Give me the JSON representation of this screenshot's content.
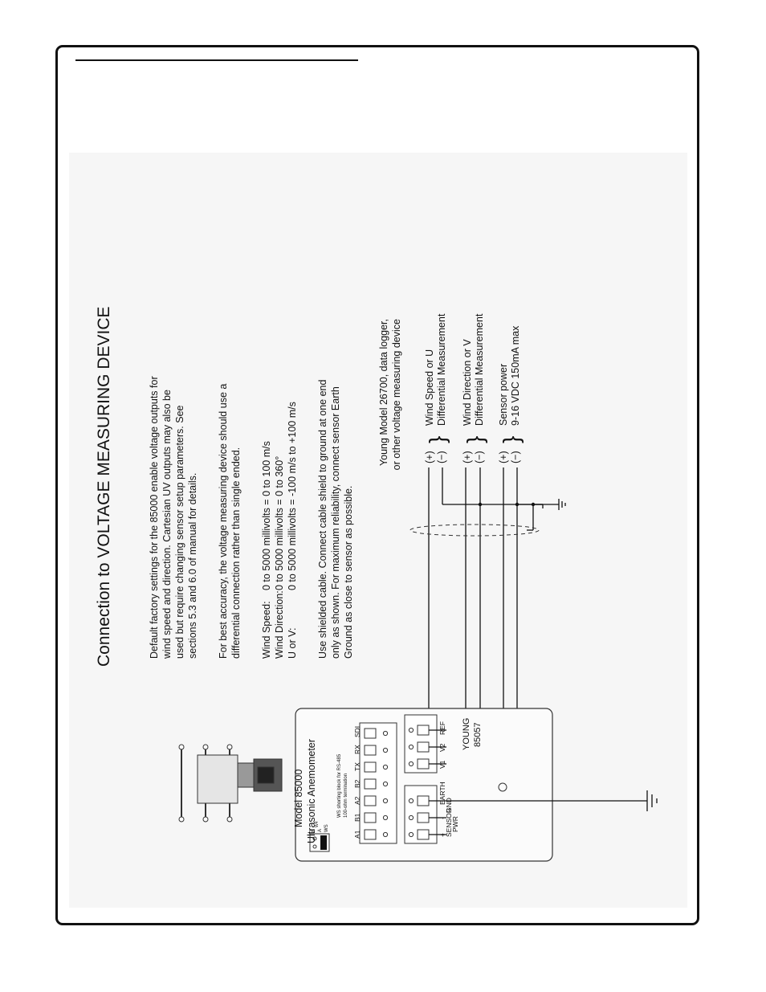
{
  "title": "Connection to VOLTAGE MEASURING DEVICE",
  "intro": [
    "Default factory settings for the 85000 enable voltage outputs for",
    "wind speed and direction. Cartesian UV outputs may also be",
    "used but require changing sensor setup parameters. See",
    "sections 5.3 and 6.0 of manual for details."
  ],
  "accuracy": [
    "For best accuracy, the voltage measuring device should use a",
    "differential connection rather than single ended."
  ],
  "ranges": [
    {
      "label": "Wind Speed:",
      "value": "0 to 5000 millivolts = 0 to 100 m/s"
    },
    {
      "label": "Wind Direction:",
      "value": "0 to 5000 millivolts = 0 to 360°"
    },
    {
      "label": "U or V:",
      "value": "0 to 5000 millivolts = -100 m/s to +100 m/s"
    }
  ],
  "shield_note": [
    "Use shielded cable. Connect cable shield to ground at one end",
    "only as shown. For maximum reliability, connect sensor Earth",
    "Ground as close to sensor as possible."
  ],
  "logger": {
    "line1": "Young Model 26700, data logger,",
    "line2": "or other voltage measuring device"
  },
  "signals": [
    {
      "plus": "(+)",
      "minus": "(−)",
      "line1": "Wind Speed or U",
      "line2": "Differential Measurement"
    },
    {
      "plus": "(+)",
      "minus": "(−)",
      "line1": "Wind Direction or V",
      "line2": "Differential Measurement"
    },
    {
      "plus": "(+)",
      "minus": "(−)",
      "line1": "Sensor power",
      "line2": "9-16 VDC 150mA max"
    }
  ],
  "sensor": {
    "line1": "Model 85000",
    "line2": "Ultrasonic Anemometer"
  },
  "board": {
    "ws_note1": "WS shorting block for RS-485",
    "ws_note2": "100-ohm termination",
    "jumper_b": "B",
    "jumper_a": "A",
    "jumper_ws": "WS",
    "jumper_w4": "W4",
    "top_terminals": [
      "A1",
      "B1",
      "A2",
      "B2",
      "TX",
      "RX",
      "SDI"
    ],
    "power_plus": "+",
    "power_minus": "-",
    "sensor_label": "SENSOR",
    "pwr_label": "PWR",
    "gnd_label": "GND",
    "earth_label": "EARTH",
    "out_terminals": [
      "V1",
      "V2",
      "REF"
    ],
    "brand": "YOUNG",
    "model": "85057"
  },
  "colors": {
    "ink": "#111111",
    "background": "#f6f6f6"
  }
}
